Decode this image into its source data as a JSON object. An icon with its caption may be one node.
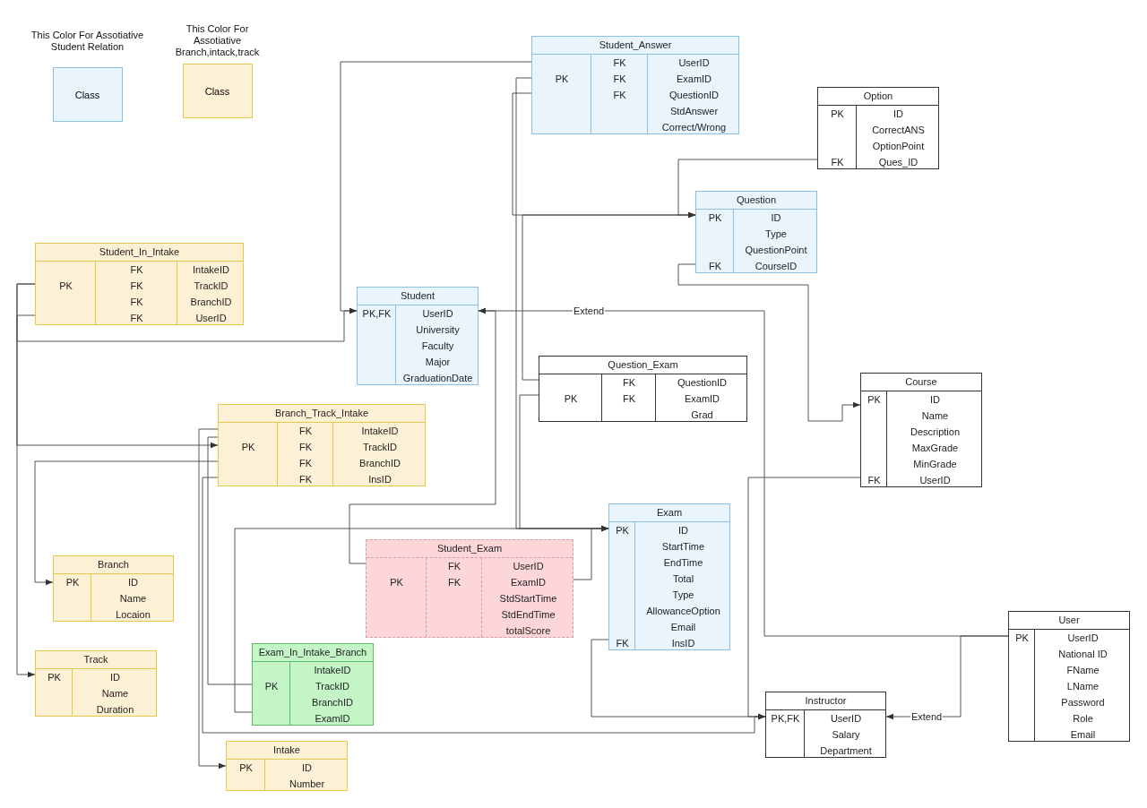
{
  "diagram": {
    "nodes": [
      {
        "text": [
          "This Color For Assotiative Student Relation",
          "Class"
        ]
      },
      {
        "text": [
          "This Color For Assotiative Branch,intack,track",
          "Class"
        ]
      },
      {
        "text": [
          "Student_Answer",
          "FK",
          "UserID",
          "PK",
          "FK",
          "ExamID",
          "FK",
          "QuestionID",
          "StdAnswer",
          "Correct/Wrong"
        ]
      },
      {
        "text": [
          "Option",
          "PK",
          "ID",
          "CorrectANS",
          "OptionPoint",
          "FK",
          "Ques_ID"
        ]
      },
      {
        "text": [
          "Student_In_Intake",
          "FK",
          "IntakeID",
          "PK",
          "FK",
          "TrackID",
          "FK",
          "BranchID",
          "FK",
          "UserID"
        ]
      },
      {
        "text": [
          "Question",
          "PK",
          "ID",
          "Type",
          "QuestionPoint",
          "FK",
          "CourseID"
        ]
      },
      {
        "text": [
          "Student",
          "PK,FK",
          "UserID",
          "University",
          "Faculty",
          "Major",
          "GraduationDate"
        ]
      },
      {
        "text": [
          "Question_Exam",
          "FK",
          "QuestionID",
          "PK",
          "FK",
          "ExamID",
          "Grad"
        ]
      },
      {
        "text": [
          "Course",
          "PK",
          "ID",
          "Name",
          "Description",
          "MaxGrade",
          "MinGrade",
          "FK",
          "UserID"
        ]
      },
      {
        "text": [
          "Branch_Track_Intake",
          "FK",
          "IntakeID",
          "PK",
          "FK",
          "TrackID",
          "FK",
          "BranchID",
          "FK",
          "InsID"
        ]
      },
      {
        "text": [
          "Exam",
          "PK",
          "ID",
          "StartTime",
          "EndTime",
          "Total",
          "Type",
          "AllowanceOption",
          "Email",
          "FK",
          "InsID"
        ]
      },
      {
        "text": [
          "Student_Exam",
          "FK",
          "UserID",
          "PK",
          "FK",
          "ExamID",
          "StdStartTime",
          "StdEndTime",
          "totalScore"
        ]
      },
      {
        "text": [
          "Branch",
          "PK",
          "ID",
          "Name",
          "Locaion"
        ]
      },
      {
        "text": [
          "Track",
          "PK",
          "ID",
          "Name",
          "Duration"
        ]
      },
      {
        "text": [
          "Exam_In_Intake_Branch",
          "IntakeID",
          "PK",
          "TrackID",
          "BranchID",
          "ExamID"
        ]
      },
      {
        "text": [
          "User",
          "PK",
          "UserID",
          "National ID",
          "FName",
          "LName",
          "Password",
          "Role",
          "Email"
        ]
      },
      {
        "text": [
          "Instructor",
          "PK,FK",
          "UserID",
          "Salary",
          "Department"
        ]
      },
      {
        "text": [
          "Intake",
          "PK",
          "ID",
          "Number"
        ]
      }
    ],
    "edges": [
      {
        "from": 2,
        "to": 6,
        "arrow": "to"
      },
      {
        "from": 2,
        "to": 5,
        "arrow": "to"
      },
      {
        "from": 2,
        "to": 10,
        "arrow": "to"
      },
      {
        "from": 3,
        "to": 5,
        "arrow": "to"
      },
      {
        "from": 7,
        "to": 5,
        "arrow": "to"
      },
      {
        "from": 7,
        "to": 10,
        "arrow": "to"
      },
      {
        "from": 5,
        "to": 8,
        "arrow": "to"
      },
      {
        "from": 4,
        "to": 6,
        "arrow": "to"
      },
      {
        "from": 4,
        "to": 9,
        "arrow": "to"
      },
      {
        "from": 4,
        "to": 13,
        "arrow": "to"
      },
      {
        "from": 9,
        "to": 12,
        "arrow": "to"
      },
      {
        "from": 9,
        "to": 17,
        "arrow": "to"
      },
      {
        "from": 9,
        "to": 16,
        "arrow": "to"
      },
      {
        "from": 14,
        "to": 9,
        "arrow": "none"
      },
      {
        "from": 14,
        "to": 10,
        "arrow": "to"
      },
      {
        "from": 11,
        "to": 6,
        "arrow": "to"
      },
      {
        "from": 11,
        "to": 10,
        "arrow": "to"
      },
      {
        "from": 10,
        "to": 16,
        "arrow": "to"
      },
      {
        "from": 8,
        "to": 16,
        "arrow": "to"
      },
      {
        "from": 15,
        "to": 6,
        "arrow": "to",
        "label": "Extend"
      },
      {
        "from": 15,
        "to": 16,
        "arrow": "to",
        "label": "Extend"
      }
    ]
  }
}
